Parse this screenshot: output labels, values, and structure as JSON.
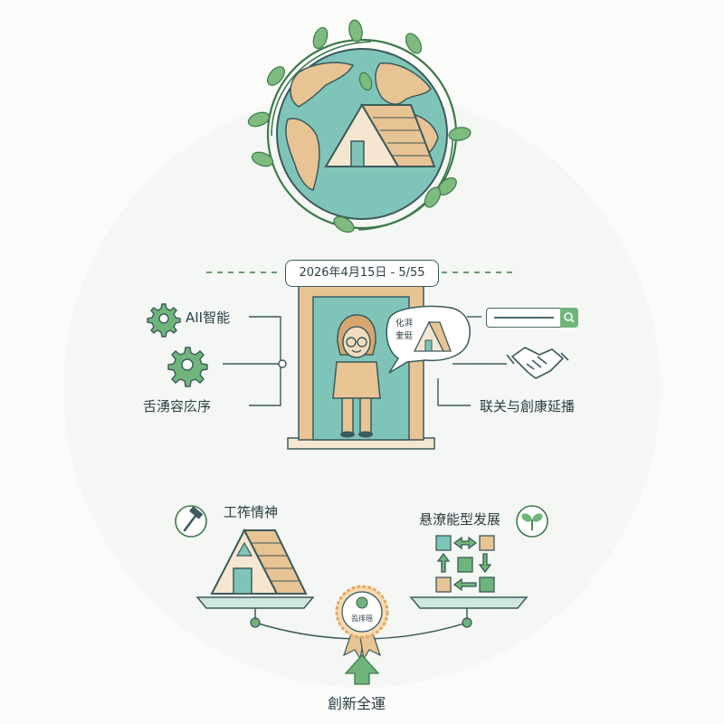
{
  "timeline": {
    "date_label": "2026年4月15日 - 5/55"
  },
  "left_features": {
    "ai_label": "AII智能",
    "third_label": "舌湧容庅序"
  },
  "right_features": {
    "third_label": "联关与創康延播"
  },
  "speech_bubble": {
    "line1": "化湃",
    "line2": "奎侹"
  },
  "scale": {
    "left_title": "工筰情神",
    "right_title": "悬潦能型发展",
    "medal_text": "厾徘瑶",
    "bottom_label": "創新全運"
  },
  "colors": {
    "teal": "#7fc4b8",
    "tan": "#e8c394",
    "green": "#6fb57a",
    "outline": "#3b5a5c"
  },
  "icons": [
    "globe-icon",
    "leaf-icon",
    "gear-icon",
    "search-icon",
    "handshake-icon",
    "hammer-icon",
    "sprout-icon",
    "a-frame-house-icon",
    "medal-icon",
    "arrow-up-icon"
  ]
}
